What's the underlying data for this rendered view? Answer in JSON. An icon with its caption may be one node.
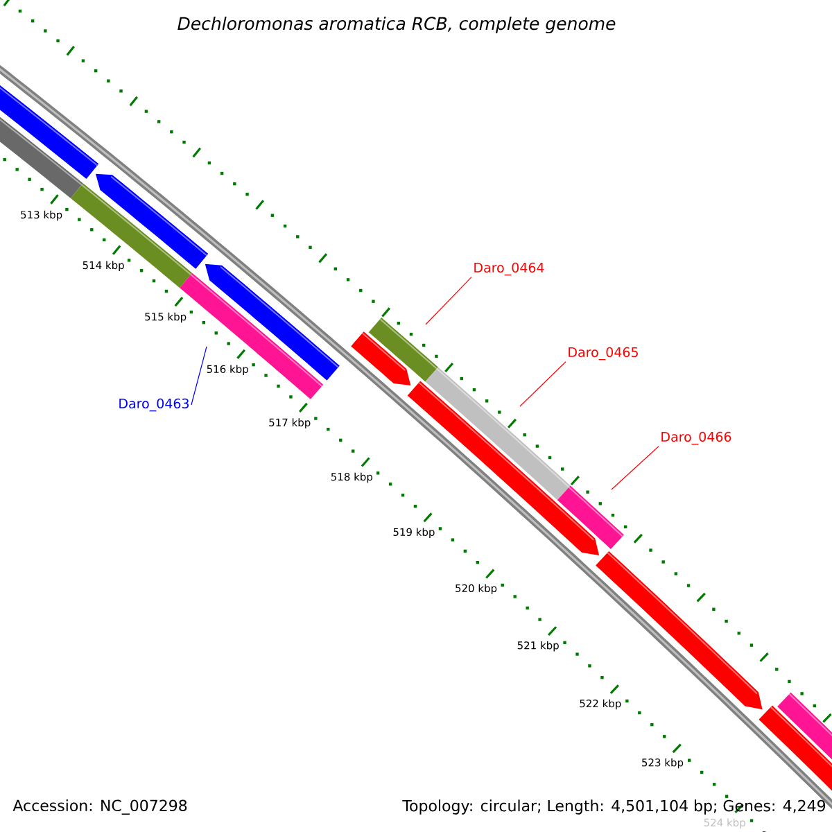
{
  "diagram": {
    "title": "Dechloromonas aromatica RCB, complete genome",
    "nodes": [
      {
        "text": [
          "Daro_0463"
        ]
      },
      {
        "text": [
          "Daro_0464"
        ]
      },
      {
        "text": [
          "Daro_0465"
        ]
      },
      {
        "text": [
          "Daro_0466"
        ]
      }
    ],
    "edges": [
      {
        "from": 0,
        "to": null,
        "arrow": "none",
        "color": "#0000ff"
      },
      {
        "from": 1,
        "to": null,
        "arrow": "none"
      },
      {
        "from": 2,
        "to": null,
        "arrow": "none"
      },
      {
        "from": 3,
        "to": null,
        "arrow": "none"
      }
    ],
    "labels": [
      "513 kbp",
      "514 kbp",
      "515 kbp",
      "516 kbp",
      "517 kbp",
      "518 kbp",
      "519 kbp",
      "520 kbp",
      "521 kbp",
      "522 kbp",
      "523 kbp",
      "524 kbp",
      "Accession: NC_007298",
      "Topology: circular; Length: 4,501,104 bp; Genes: 4,249"
    ]
  }
}
